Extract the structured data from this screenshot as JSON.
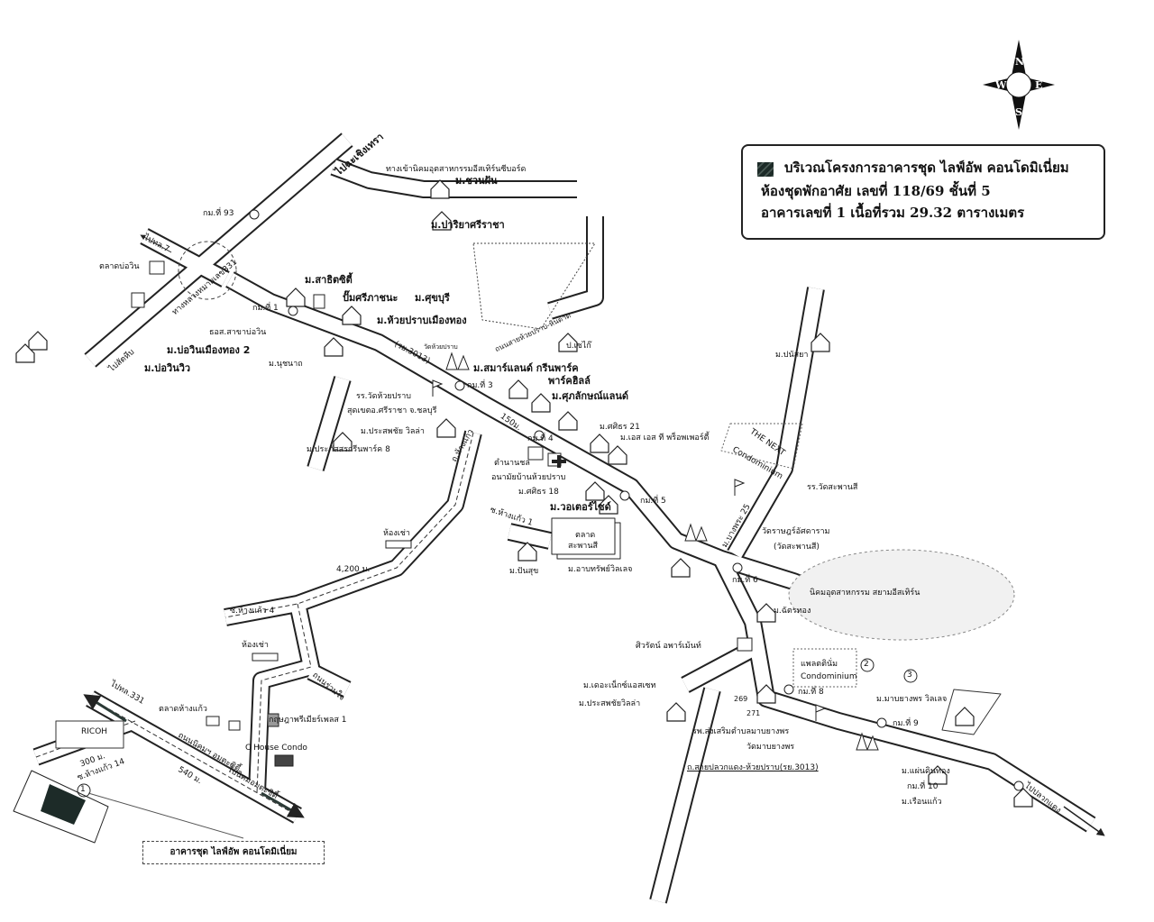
{
  "legend": {
    "line1": "บริเวณโครงการอาคารชุด ไลฟ์อัพ คอนโดมิเนี่ยม",
    "line2": "ห้องชุดพักอาศัย เลขที่ 118/69  ชั้นที่ 5",
    "line3": "อาคารเลขที่ 1 เนื้อที่รวม 29.32 ตารางเมตร",
    "swatch_color": "#1d2b28"
  },
  "compass": {
    "n": "N",
    "s": "S",
    "e": "E",
    "w": "W"
  },
  "labels": [
    "ไปฉะเชิงเทรา",
    "ทางเข้านิคมอุตสาหกรรมอีสเทิร์นซีบอร์ด",
    "ม.ชวนฝัน",
    "กม.ที่ 93",
    "ม.ปาริยาศรีราชา",
    "ไปทล.7",
    "ตลาดบ่อวิน",
    "ทางหลวงหมายเลข331",
    "ม.สาธิตซิตี้",
    "ปั๊มศรีภาชนะ",
    "ม.ศุขบุรี",
    "กม.ที่ 1",
    "ม.ห้วยปราบเมืองทอง",
    "ธอส.สาขาบ่อวิน",
    "ม.บ่อวินเมืองทอง 2",
    "ม.บ่อวินวิว",
    "ม.นุชนาถ",
    "ไปสัตหีบ",
    "(รย.3013)",
    "วัดห้วยปราบ",
    "ถนนสายห้วยปราบ-หินดาด",
    "ป.เซไก๊",
    "ม.สมาร์แลนด์ กรีนพาร์ค",
    "พาร์คฮิลล์",
    "กม.ที่ 3",
    "รร.วัดห้วยปราบ",
    "ม.ศุภลักษณ์แลนด์",
    "สุดเขตอ.ศรีราชา จ.ชลบุรี",
    "150ม.",
    "ม.ประสพชัย วิลล่า",
    "ม.ประภัสสรกรีนพาร์ค 8",
    "ถ.ห้างแก้ว",
    "ม.ศศิธร 21",
    "ม.เอส เอส ที พร็อพเพอร์ตี้",
    "THE NEXT",
    "Condominium",
    "กม.ที่ 4",
    "ตำนานชล",
    "อนามัยบ้านห้วยปราบ",
    "ม.ปนัสยา",
    "รร.วัดสะพานสี",
    "ม.ศศิธร 18",
    "กม.ที่ 5",
    "ซ.ห้างแก้ว 1",
    "ม.วอเตอร์ไซด์",
    "ตลาด",
    "สะพานสี",
    "ม.บางพระ 25",
    "วัดราษฎร์อัศดาราม",
    "(วัดสะพานสี)",
    "ห้องเช่า",
    "ม.ปันสุข",
    "ม.อาบทรัพย์วิลเลจ",
    "กม.ที่ 6",
    "4,200 ม.",
    "นิคมอุตสาหกรรม สยามอีสเทิร์น",
    "ซ.ห้างแก้ว 4",
    "ม.ฉัตรทอง",
    "ศิวรัตน์ อพาร์เม้นท์",
    "ห้องเช่า",
    "แพลตตินั่ม",
    "Condominium",
    "ถนนร่วมใจ",
    "ม.เดอะเน็กซ์แอสเซท",
    "กม.ที่ 8",
    "ม.มาบยางพร วิลเลจ",
    "ม.ประสพชัยวิลล่า",
    "269",
    "271",
    "กม.ที่ 9",
    "รพ.ส่งเสริมตำบลมาบยางพร",
    "วัดมาบยางพร",
    "ถ.สายปลวกแดง-ห้วยปราบ(รย.3013)",
    "ม.แผ่นดินทอง",
    "กม.ที่ 10",
    "ม.เรือนแก้ว",
    "ไปปลวกแดง",
    "ไปทล.331",
    "ตลาดห้างแก้ว",
    "กฤษฎาพรีเมียร์เพลส 1",
    "RICOH",
    "C House Condo",
    "300 ม.",
    "ซ.ห้างแก้ว 14",
    "ถนนนิคมฯ อมตะซิตี้",
    "540 ม.",
    "ไปนิคมอมตะซิตี้",
    "อาคารชุด ไลฟ์อัพ คอนโดมิเนี่ยม"
  ],
  "markers": [
    "1",
    "2",
    "3"
  ]
}
